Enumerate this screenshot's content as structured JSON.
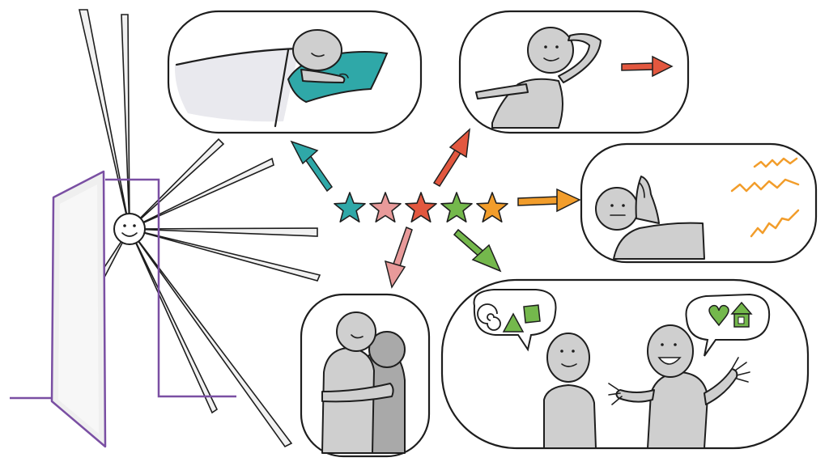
{
  "colors": {
    "teal": "#2fa8a8",
    "pink": "#e89a9a",
    "red": "#e2573f",
    "green": "#74b84c",
    "orange": "#f29d2b",
    "purple": "#7a4fa3",
    "figure_gray": "#cfcfcf",
    "ink": "#1e1e1e"
  },
  "stars": [
    {
      "name": "teal-star",
      "color": "#2fa8a8"
    },
    {
      "name": "pink-star",
      "color": "#e89a9a"
    },
    {
      "name": "red-star",
      "color": "#e2573f"
    },
    {
      "name": "green-star",
      "color": "#74b84c"
    },
    {
      "name": "orange-star",
      "color": "#f29d2b"
    }
  ],
  "panels": [
    {
      "name": "sleep-panel",
      "arrow_color": "#2fa8a8"
    },
    {
      "name": "tired-walk-panel",
      "arrow_color": "#e2573f"
    },
    {
      "name": "noise-panel",
      "arrow_color": "#f29d2b"
    },
    {
      "name": "hug-panel",
      "arrow_color": "#e89a9a"
    },
    {
      "name": "conversation-panel",
      "arrow_color": "#74b84c"
    }
  ],
  "icons": [
    "sun-icon",
    "door-icon",
    "star-icon",
    "arrow-icon",
    "pillow-icon",
    "speech-bubble-icon",
    "heart-icon",
    "house-icon",
    "spiral-icon",
    "triangle-icon",
    "square-icon",
    "noise-zigzag-icon"
  ]
}
